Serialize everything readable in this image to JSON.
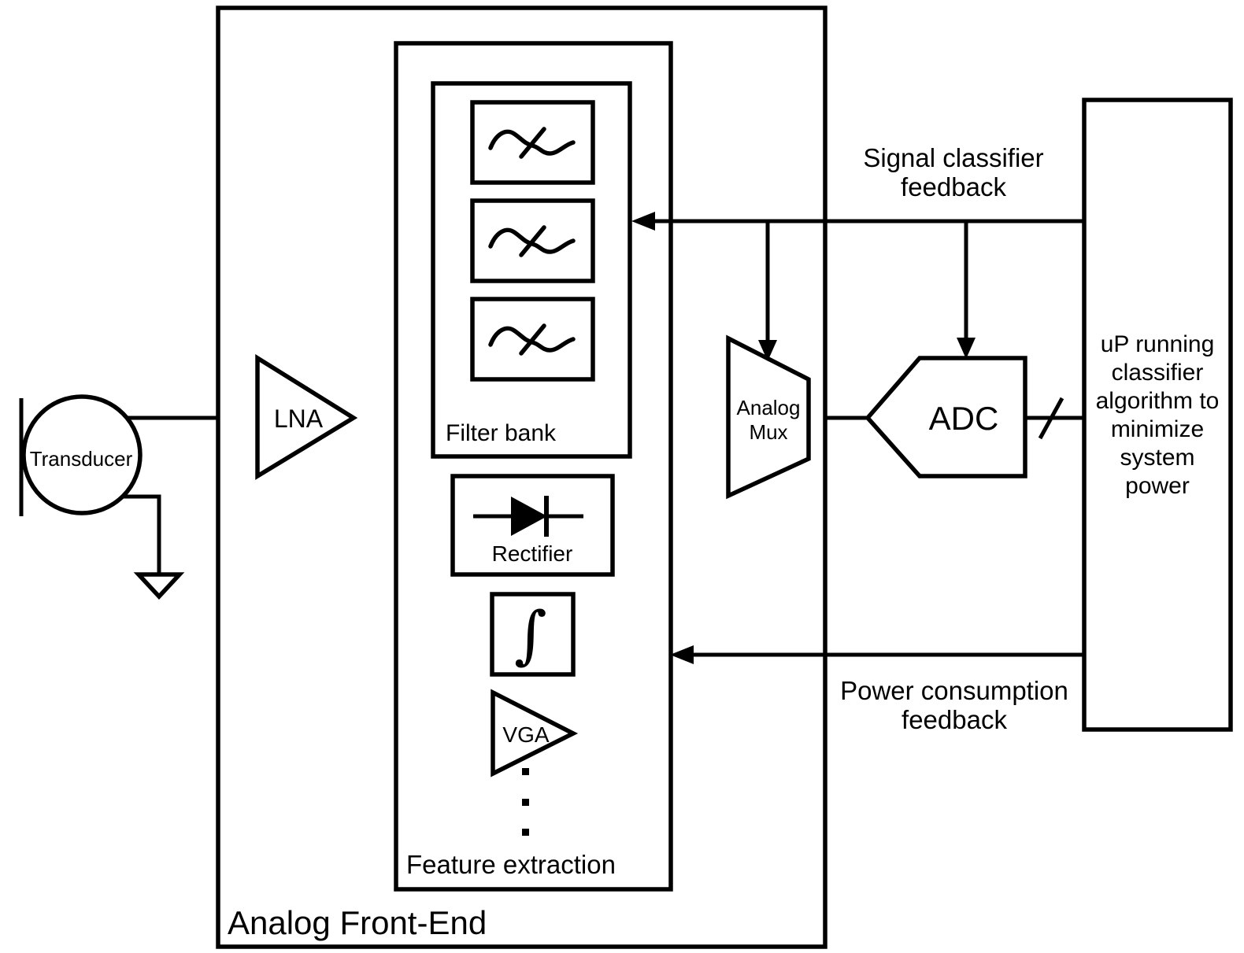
{
  "diagram": {
    "colors": {
      "line": "#000000",
      "background": "#ffffff"
    },
    "afe": {
      "label": "Analog Front-End"
    },
    "transducer": {
      "label": "Transducer"
    },
    "lna": {
      "label": "LNA"
    },
    "feature_extraction": {
      "label": "Feature extraction"
    },
    "filter_bank": {
      "label": "Filter bank"
    },
    "rectifier": {
      "label": "Rectifier"
    },
    "integrator": {
      "symbol": "∫"
    },
    "vga": {
      "label": "VGA"
    },
    "analog_mux": {
      "label_top": "Analog",
      "label_bottom": "Mux"
    },
    "adc": {
      "label": "ADC"
    },
    "microprocessor": {
      "lines": [
        "uP running",
        "classifier",
        "algorithm to",
        "minimize",
        "system",
        "power"
      ]
    },
    "signal_feedback": {
      "line1": "Signal classifier",
      "line2": "feedback"
    },
    "power_feedback": {
      "line1": "Power consumption",
      "line2": "feedback"
    }
  }
}
